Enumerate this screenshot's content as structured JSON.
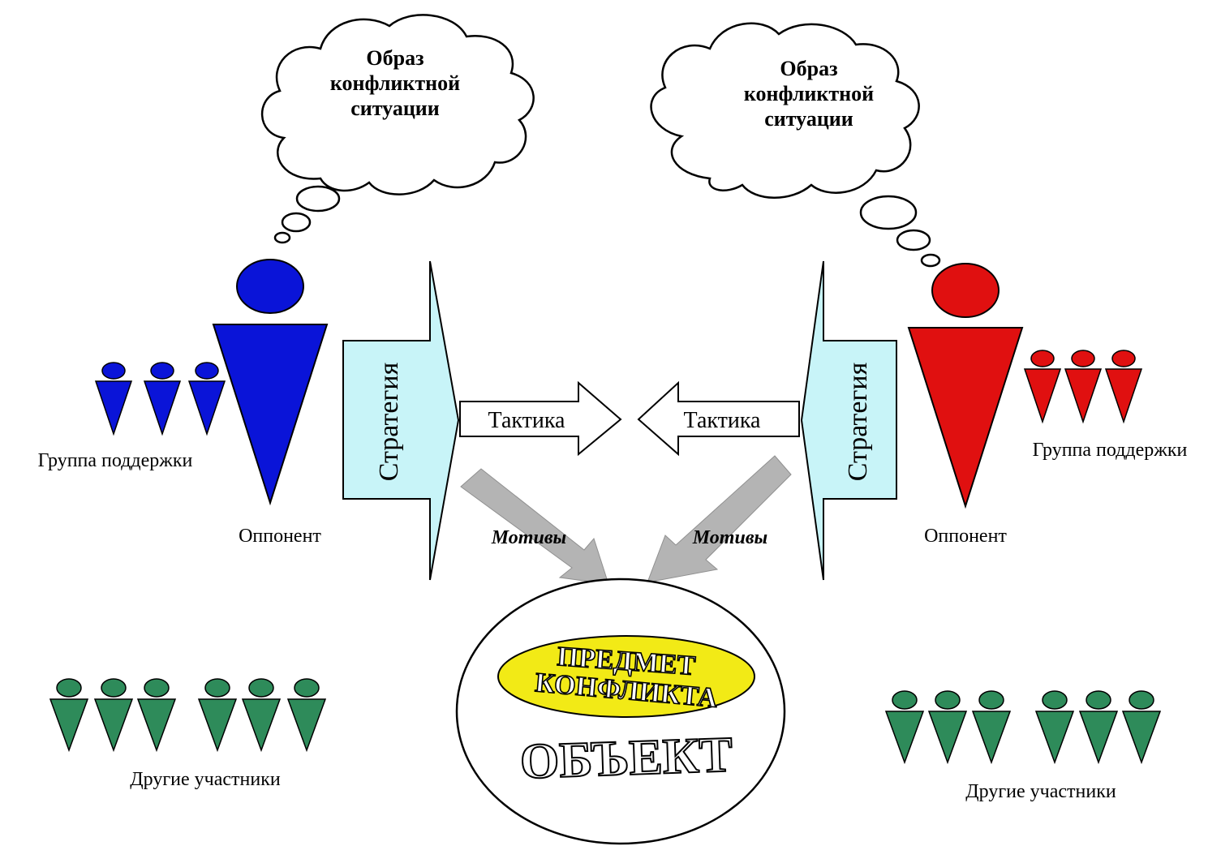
{
  "thought_left": {
    "lines": [
      "Образ",
      "конфликтной",
      "ситуации"
    ]
  },
  "thought_right": {
    "lines": [
      "Образ",
      "конфликтной",
      "ситуации"
    ]
  },
  "opponent_left": {
    "label": "Оппонент",
    "color": "#0a14d8"
  },
  "opponent_right": {
    "label": "Оппонент",
    "color": "#e01010"
  },
  "support_left": {
    "label": "Группа поддержки",
    "color": "#0a14d8"
  },
  "support_right": {
    "label": "Группа поддержки",
    "color": "#e01010"
  },
  "strategy_left": {
    "label": "Стратегия"
  },
  "strategy_right": {
    "label": "Стратегия"
  },
  "tactics_left": {
    "label": "Тактика"
  },
  "tactics_right": {
    "label": "Тактика"
  },
  "motives_left": {
    "label": "Мотивы"
  },
  "motives_right": {
    "label": "Мотивы"
  },
  "subject": {
    "line1": "ПРЕДМЕТ",
    "line2": "КОНФЛИКТА",
    "color": "#f2ea16"
  },
  "object": {
    "label": "ОБЪЕКТ"
  },
  "others_left": {
    "label": "Другие участники",
    "color": "#2e8b5a"
  },
  "others_right": {
    "label": "Другие участники",
    "color": "#2e8b5a"
  },
  "colors": {
    "strategy_fill": "#c8f4f8",
    "motive_arrow": "#b4b4b4"
  }
}
